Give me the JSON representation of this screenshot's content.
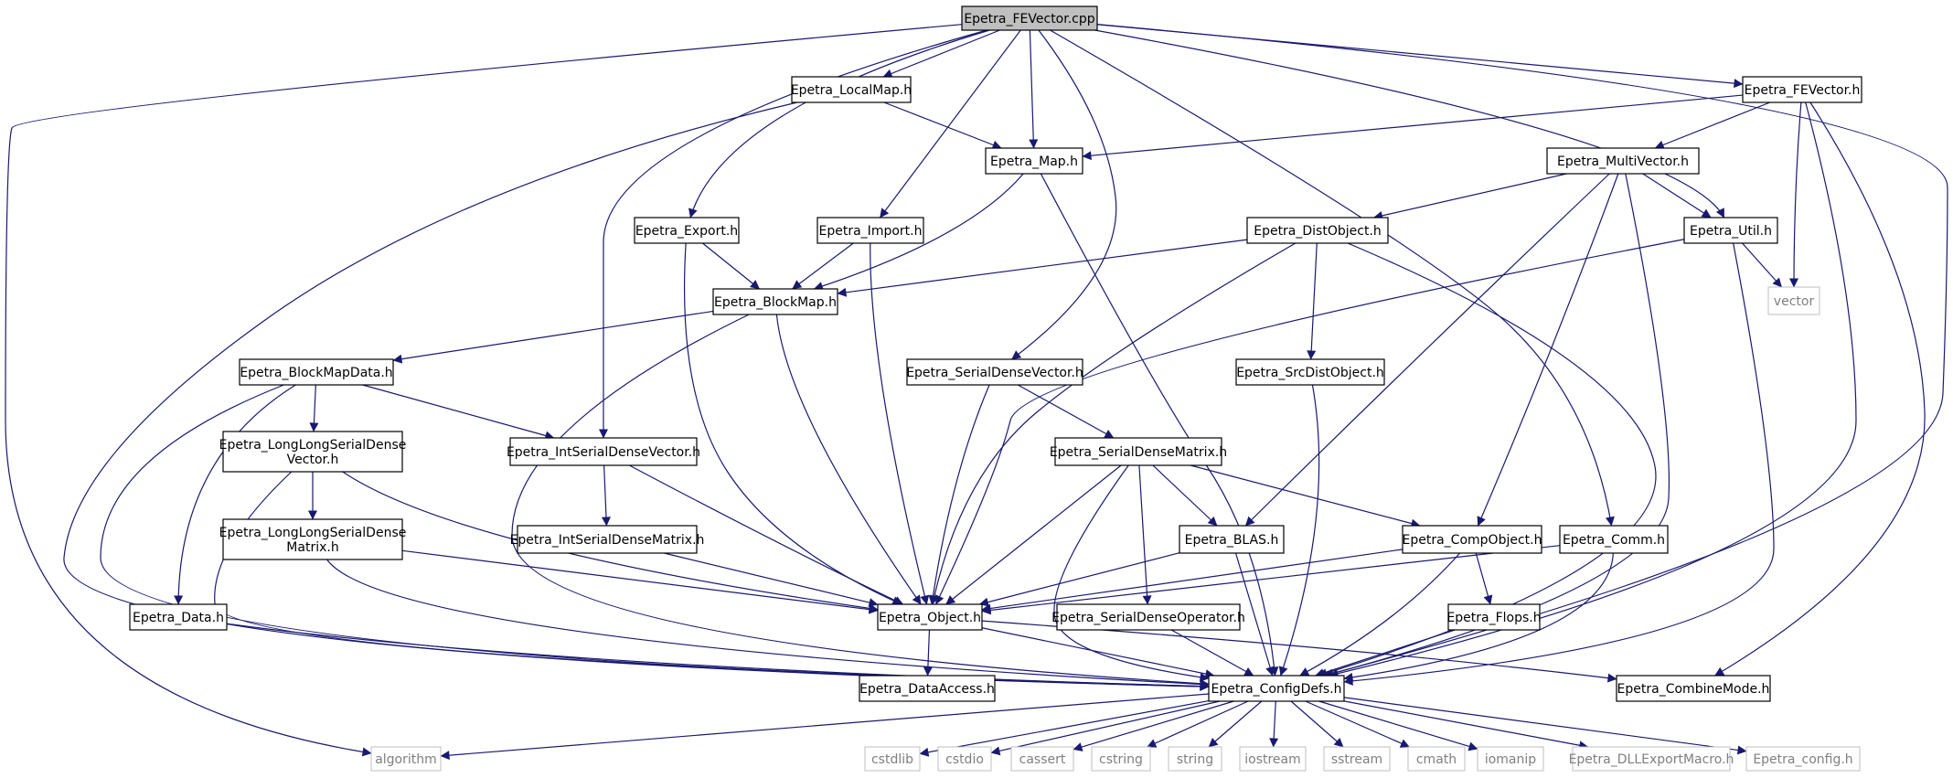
{
  "colors": {
    "edge": "#191970",
    "box_border": "#000000",
    "external_border": "#bfbfbf",
    "external_text": "#7f7f7f",
    "root_fill": "#bfbfbf",
    "fill": "#ffffff",
    "text": "#000000"
  },
  "nodes": {
    "fevector_cpp": "Epetra_FEVector.cpp",
    "localmap": "Epetra_LocalMap.h",
    "fevector_h": "Epetra_FEVector.h",
    "map": "Epetra_Map.h",
    "multivector": "Epetra_MultiVector.h",
    "export": "Epetra_Export.h",
    "import": "Epetra_Import.h",
    "distobject": "Epetra_DistObject.h",
    "util": "Epetra_Util.h",
    "blockmap": "Epetra_BlockMap.h",
    "vector": "vector",
    "blockmapdata": "Epetra_BlockMapData.h",
    "serialdensevector": "Epetra_SerialDenseVector.h",
    "srcdistobject": "Epetra_SrcDistObject.h",
    "longlong_vector": [
      "Epetra_LongLongSerialDense",
      "Vector.h"
    ],
    "intserialdensevector": "Epetra_IntSerialDenseVector.h",
    "serialdensematrix": "Epetra_SerialDenseMatrix.h",
    "longlong_matrix": [
      "Epetra_LongLongSerialDense",
      "Matrix.h"
    ],
    "intserialdensematrix": "Epetra_IntSerialDenseMatrix.h",
    "blas": "Epetra_BLAS.h",
    "compobject": "Epetra_CompObject.h",
    "comm": "Epetra_Comm.h",
    "data": "Epetra_Data.h",
    "object": "Epetra_Object.h",
    "serialdenseoperator": "Epetra_SerialDenseOperator.h",
    "flops": "Epetra_Flops.h",
    "dataaccess": "Epetra_DataAccess.h",
    "configdefs": "Epetra_ConfigDefs.h",
    "combinemode": "Epetra_CombineMode.h",
    "algorithm": "algorithm",
    "cstdlib": "cstdlib",
    "cstdio": "cstdio",
    "cassert": "cassert",
    "cstring": "cstring",
    "string": "string",
    "iostream": "iostream",
    "sstream": "sstream",
    "cmath": "cmath",
    "iomanip": "iomanip",
    "dllexport": "Epetra_DLLExportMacro.h",
    "epetra_config": "Epetra_config.h"
  }
}
